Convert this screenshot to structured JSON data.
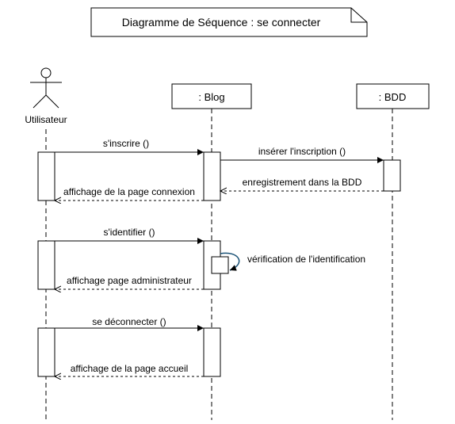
{
  "title": "Diagramme de Séquence : se connecter",
  "actor": {
    "label": "Utilisateur"
  },
  "lifelines": {
    "blog": ": Blog",
    "bdd": ": BDD"
  },
  "messages": {
    "inscrire": "s'inscrire ()",
    "inserer": "insérer l'inscription ()",
    "enregistrement": "enregistrement dans la BDD",
    "affichage_connexion": "affichage de la page connexion",
    "identifier": "s'identifier ()",
    "verification": "vérification de l'identification",
    "affichage_admin": "affichage page administrateur",
    "deconnecter": "se déconnecter ()",
    "affichage_accueil": "affichage de la page accueil"
  }
}
